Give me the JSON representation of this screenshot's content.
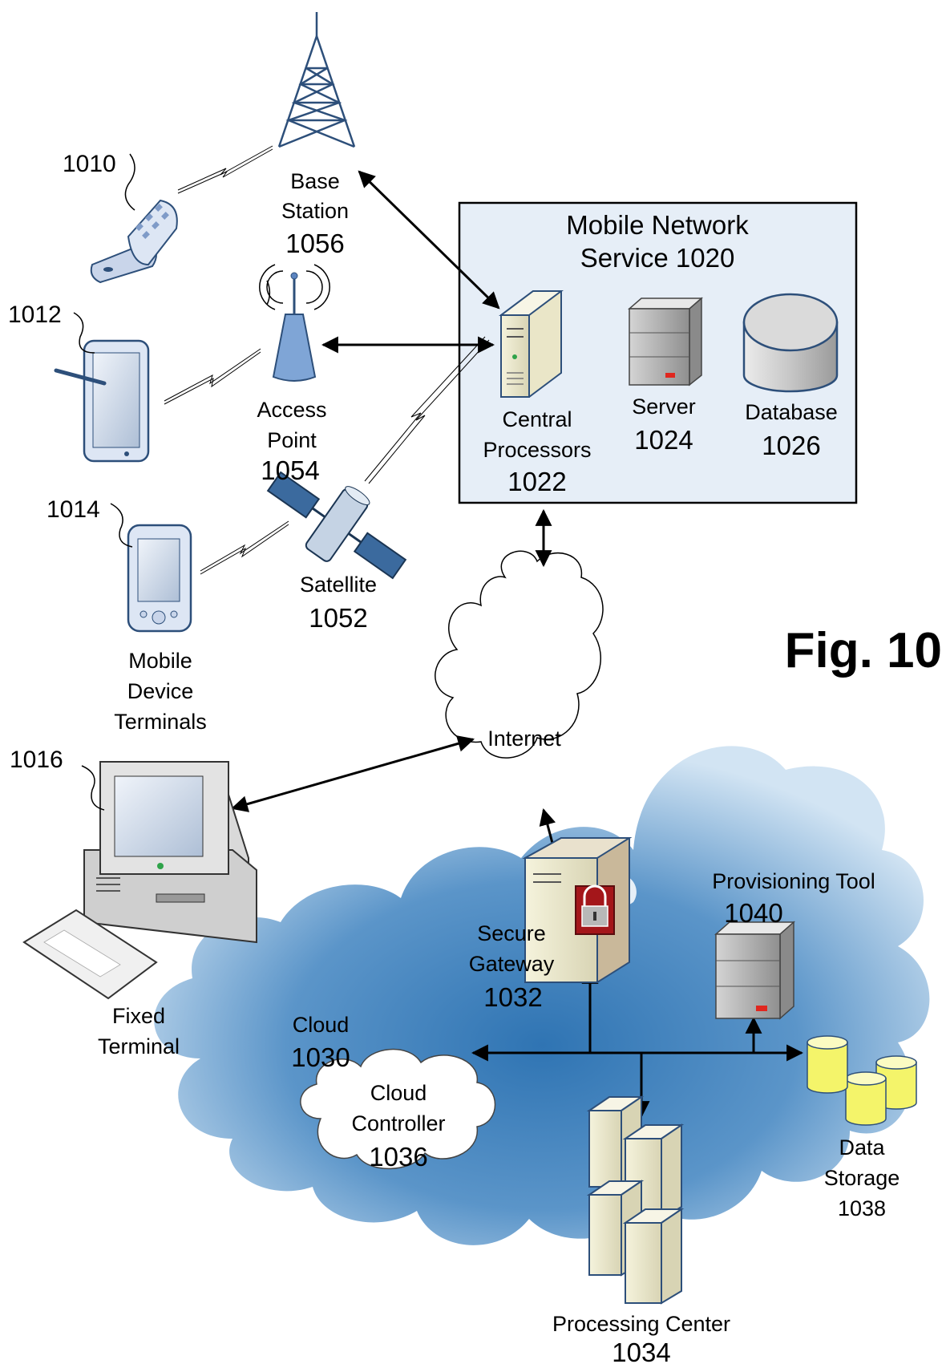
{
  "figure_label": "Fig. 10",
  "ref_numbers": {
    "phone": "1010",
    "tablet": "1012",
    "pda": "1014",
    "fixed_terminal": "1016"
  },
  "base_station": {
    "line1": "Base",
    "line2": "Station",
    "number": "1056"
  },
  "access_point": {
    "line1": "Access",
    "line2": "Point",
    "number": "1054"
  },
  "satellite": {
    "line1": "Satellite",
    "number": "1052"
  },
  "mobile_group": {
    "line1": "Mobile",
    "line2": "Device",
    "line3": "Terminals"
  },
  "fixed_terminal": {
    "line1": "Fixed",
    "line2": "Terminal"
  },
  "mobile_network": {
    "title_line1": "Mobile Network",
    "title_line2": "Service 1020",
    "central": {
      "line1": "Central",
      "line2": "Processors",
      "number": "1022"
    },
    "server": {
      "line1": "Server",
      "number": "1024"
    },
    "database": {
      "line1": "Database",
      "number": "1026"
    }
  },
  "internet": {
    "label": "Internet"
  },
  "cloud": {
    "label": "Cloud",
    "number": "1030",
    "secure_gateway": {
      "line1": "Secure",
      "line2": "Gateway",
      "number": "1032"
    },
    "provisioning": {
      "line1": "Provisioning Tool",
      "number": "1040"
    },
    "controller": {
      "line1": "Cloud",
      "line2": "Controller",
      "number": "1036"
    },
    "data_storage": {
      "line1": "Data",
      "line2": "Storage",
      "number": "1038"
    },
    "processing": {
      "line1": "Processing Center",
      "number": "1034"
    }
  },
  "colors": {
    "cloud_light": "#c9dff0",
    "cloud_dark": "#4a86bd",
    "box_fill": "#e6eef7",
    "server_gray": "#a8a8a8",
    "db_yellow": "#f4f46a"
  }
}
